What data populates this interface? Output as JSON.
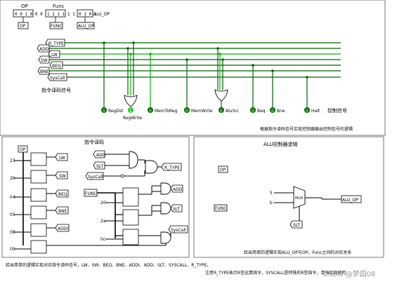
{
  "top": {
    "op_label": "OP",
    "op_bits": "0 0 1 0 0 0",
    "op_pin": "OP",
    "func_label": "Func",
    "func_bits": "1 1 1 1 1 1",
    "func_pin": "FUNC",
    "aluop_bits": "0 1 0 1",
    "aluop_label": "ALU_OP",
    "aluop_pin": "ALU_OP",
    "signals": [
      "R_TYPE",
      "ADDI",
      "LW",
      "SW",
      "BEQ",
      "BNE",
      "SysCall"
    ],
    "decode_caption": "指令译码信号",
    "control_caption": "控制信号",
    "outputs": [
      {
        "pin": "0",
        "label": "RegDst"
      },
      {
        "pin": "1",
        "label": "RegWrite"
      },
      {
        "pin": "0",
        "label": "MemToReg"
      },
      {
        "pin": "0",
        "label": "MemWrite"
      },
      {
        "pin": "0",
        "label": "AluSrc"
      },
      {
        "pin": "0",
        "label": "Beq"
      },
      {
        "pin": "0",
        "label": "Bne"
      },
      {
        "pin": "0",
        "label": "Halt"
      }
    ],
    "note": "根据指令译码信号实现控制器输出控制信号的逻辑"
  },
  "left": {
    "title": "指令译码",
    "op_pin": "OP",
    "bus_widths": [
      "23",
      "2b",
      "04",
      "05",
      "08",
      "00"
    ],
    "decoded": [
      "LW",
      "SW",
      "BEQ",
      "BNE",
      "ADDI"
    ],
    "rtype_inputs": [
      "ADD",
      "SLT",
      "SysCall"
    ],
    "rtype_out": "R_TYPE",
    "func_pin": "FUNC",
    "func_widths": [
      "20",
      "2a",
      "0c"
    ],
    "func_outs": [
      "ADD",
      "SLT",
      "SysCall"
    ]
  },
  "right": {
    "title": "ALU控制器逻辑",
    "op_pin": "OP",
    "func_pin": "FUNC",
    "in_a": "5",
    "in_b": "b",
    "mux_label": "MUX",
    "out_pin": "ALU_OP",
    "slt_pin": "SLT",
    "note": "给出简单的逻辑实现ALU_OP与OP、Func之间的对应关系"
  },
  "bottom": {
    "line1": "给出简单的逻辑实现对应指令译码信号，LW、SW、BEQ、BNE、ADDI、ADD、SLT、SYSCALL、R_TYPE。",
    "line2": "注意R_TYPE表示R型运算指令，SYSCALL是特殊的R型指令，单独实现即可",
    "watermark": "CSDN @梦园08"
  }
}
